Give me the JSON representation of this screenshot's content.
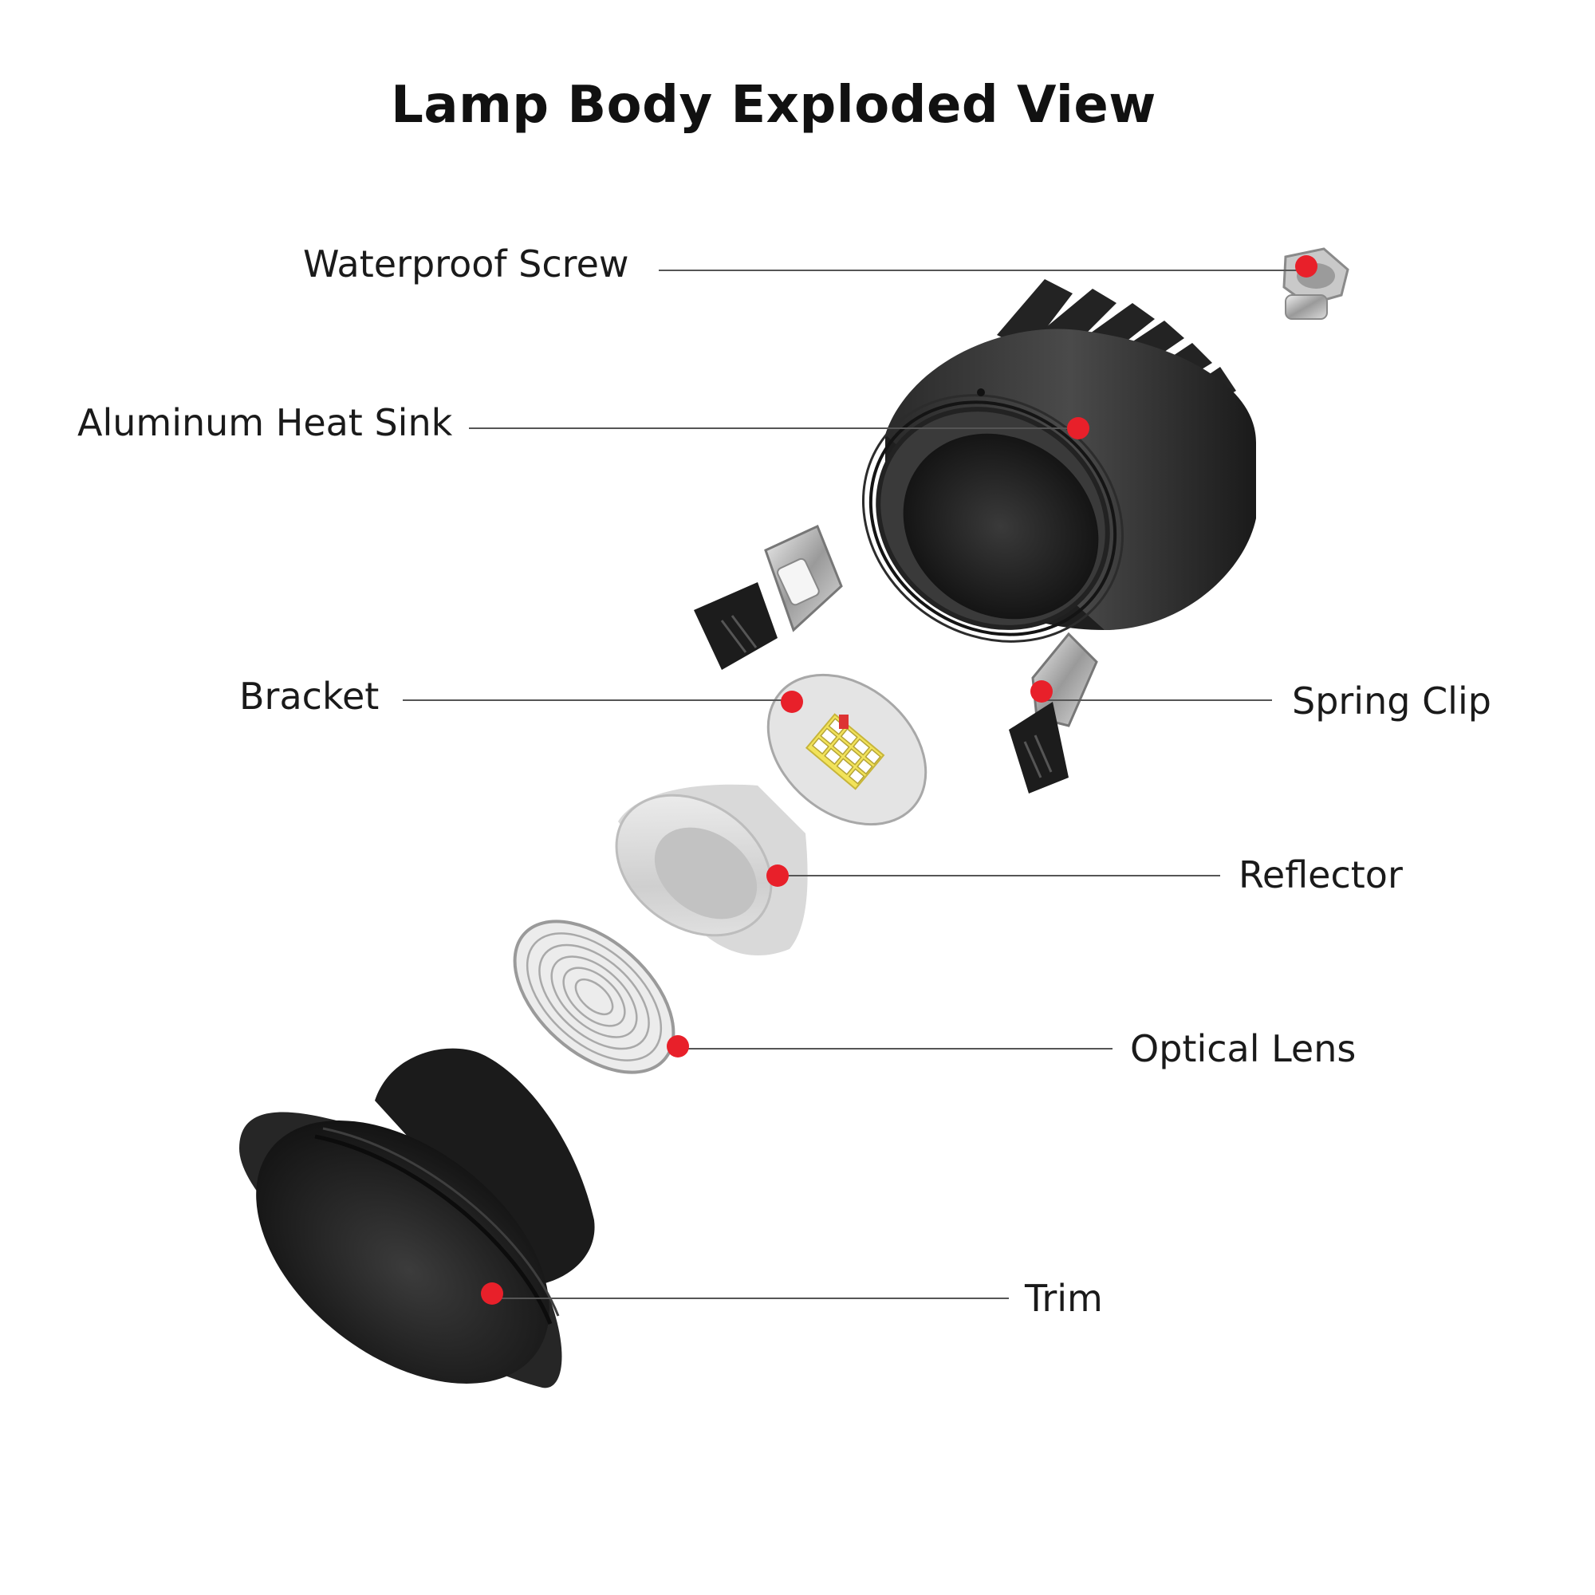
{
  "title": "Lamp Body Exploded View",
  "accent_color": "#e8202a",
  "labels": {
    "waterproof_screw": "Waterproof Screw",
    "aluminum_heat_sink": "Aluminum Heat Sink",
    "bracket": "Bracket",
    "spring_clip": "Spring Clip",
    "reflector": "Reflector",
    "optical_lens": "Optical Lens",
    "trim": "Trim"
  }
}
